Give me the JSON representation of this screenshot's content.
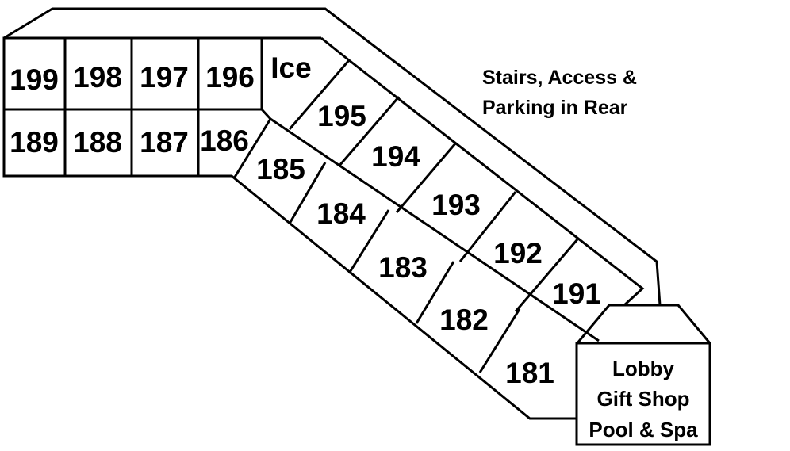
{
  "colors": {
    "ink": "#000000",
    "paper": "#ffffff"
  },
  "rooms": {
    "r199": "199",
    "r198": "198",
    "r197": "197",
    "r196": "196",
    "ice": "Ice",
    "r189": "189",
    "r188": "188",
    "r187": "187",
    "r186": "186",
    "r195": "195",
    "r194": "194",
    "r193": "193",
    "r192": "192",
    "r191": "191",
    "r185": "185",
    "r184": "184",
    "r183": "183",
    "r182": "182",
    "r181": "181"
  },
  "notes": {
    "stairs_line1": "Stairs, Access &",
    "stairs_line2": "Parking in Rear"
  },
  "lobby": {
    "line1": "Lobby",
    "line2": "Gift Shop",
    "line3": "Pool & Spa"
  }
}
